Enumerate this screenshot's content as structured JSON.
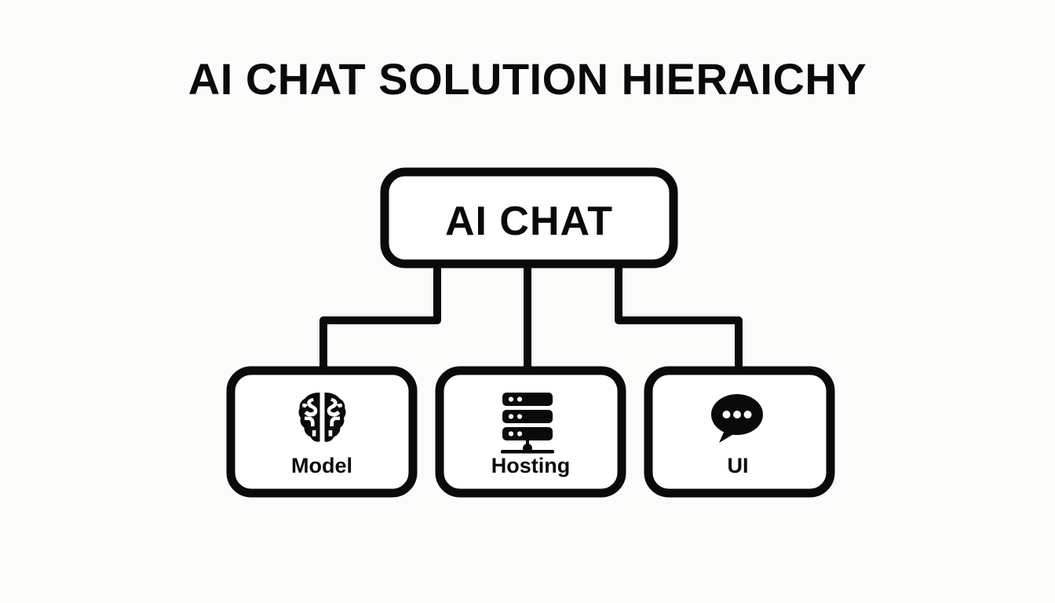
{
  "diagram": {
    "title": "AI CHAT SOLUTION HIERAICHY",
    "type": "hierarchy-tree",
    "orientation": "top-down",
    "background_color": "#fbfbfa",
    "line_color": "#0a0a0a",
    "box_fill_color": "#ffffff",
    "root": {
      "label": "AI CHAT",
      "name": "root-node"
    },
    "children": [
      {
        "label": "Model",
        "icon": "brain-icon",
        "name": "child-node-model"
      },
      {
        "label": "Hosting",
        "icon": "server-rack-icon",
        "name": "child-node-hosting"
      },
      {
        "label": "UI",
        "icon": "chat-bubble-icon",
        "name": "child-node-ui"
      }
    ]
  }
}
